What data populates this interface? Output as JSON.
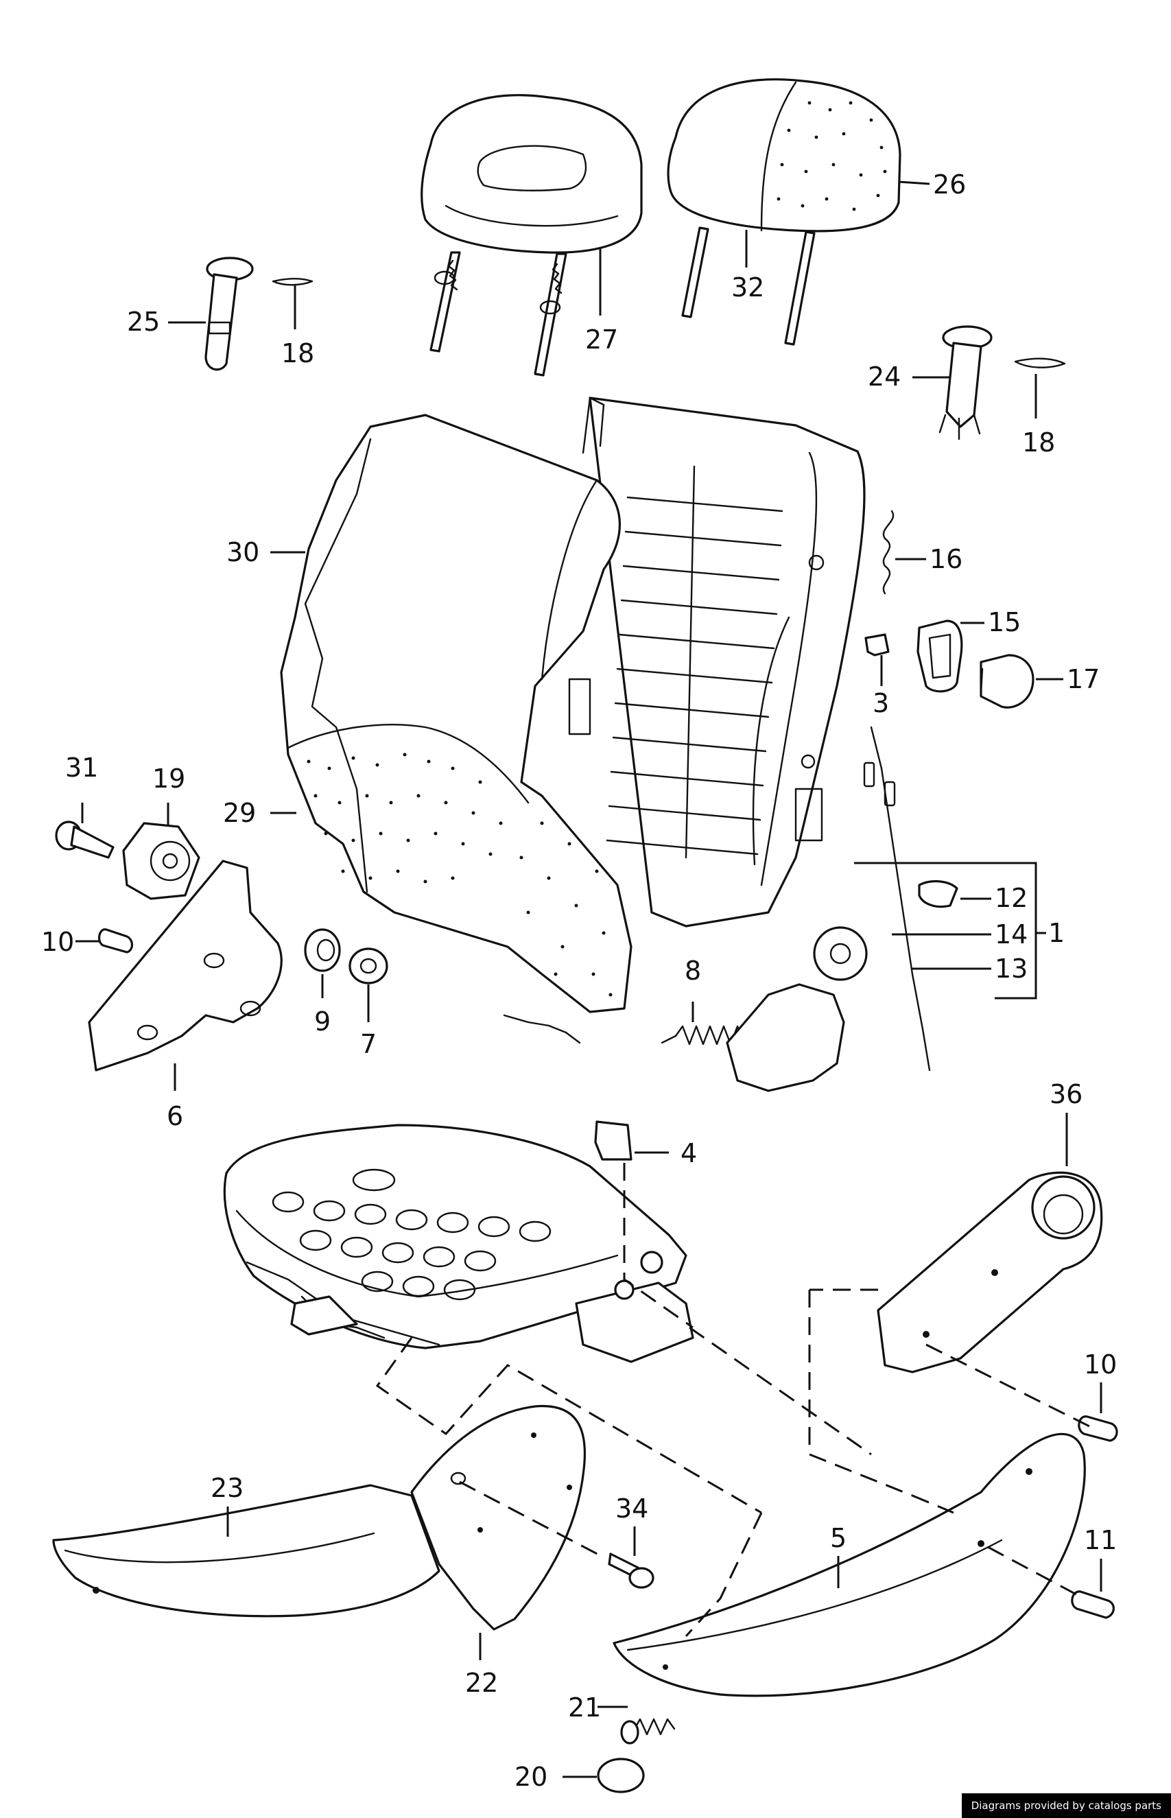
{
  "credit": "Diagrams provided by catalogs parts",
  "labels": {
    "l1": "1",
    "l3": "3",
    "l4": "4",
    "l5": "5",
    "l6": "6",
    "l7": "7",
    "l8": "8",
    "l9": "9",
    "l10a": "10",
    "l10b": "10",
    "l11": "11",
    "l12": "12",
    "l13": "13",
    "l14": "14",
    "l15": "15",
    "l16": "16",
    "l17": "17",
    "l18a": "18",
    "l18b": "18",
    "l19": "19",
    "l20": "20",
    "l21": "21",
    "l22": "22",
    "l23": "23",
    "l24": "24",
    "l25": "25",
    "l26": "26",
    "l27": "27",
    "l29": "29",
    "l30": "30",
    "l31": "31",
    "l32": "32",
    "l34": "34",
    "l36": "36"
  }
}
